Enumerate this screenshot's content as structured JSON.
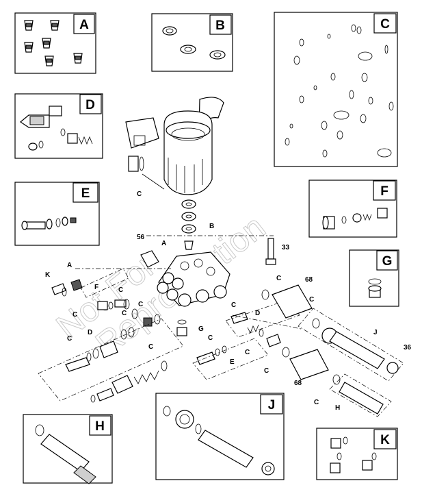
{
  "watermark": {
    "line1": "Not For",
    "line2": "Reproduction"
  },
  "kit_boxes": [
    {
      "id": "A",
      "label": "A"
    },
    {
      "id": "B",
      "label": "B"
    },
    {
      "id": "C",
      "label": "C"
    },
    {
      "id": "D",
      "label": "D"
    },
    {
      "id": "E",
      "label": "E"
    },
    {
      "id": "F",
      "label": "F"
    },
    {
      "id": "G",
      "label": "G"
    },
    {
      "id": "H",
      "label": "H"
    },
    {
      "id": "J",
      "label": "J"
    },
    {
      "id": "K",
      "label": "K"
    }
  ],
  "callouts": {
    "c_crankcase": "C",
    "b_main": "B",
    "a_main": "A",
    "n56": "56",
    "n33": "33",
    "k_left": "K",
    "a_left": "A",
    "f_left": "F",
    "c_left1": "C",
    "c_left2": "C",
    "c_left3": "C",
    "c_left4": "C",
    "d_left": "D",
    "c_left5": "C",
    "c_left6": "C",
    "g_mid": "G",
    "c_mid1": "C",
    "e_mid": "E",
    "c_right1": "C",
    "n68_top": "68",
    "c_right2": "C",
    "d_right": "D",
    "c_right3": "C",
    "c_right4": "C",
    "j_right": "J",
    "n36": "36",
    "n68_bot": "68",
    "c_right5": "C",
    "h_right": "H"
  }
}
